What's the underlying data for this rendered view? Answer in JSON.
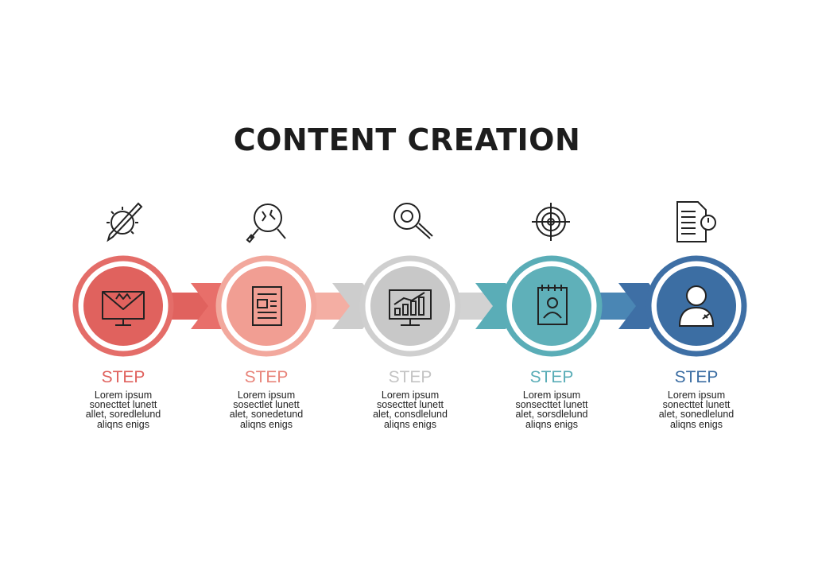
{
  "title": "CONTENT CREATION",
  "steps": [
    {
      "label": "STEP",
      "description": "Lorem ipsum\nsonecttet lunett\nallet, soredlelund\naliqns enigs",
      "color": "#e0625e",
      "ring": "#e46d69",
      "top_icon": "compass-pen-icon",
      "center_icon": "envelope-icon"
    },
    {
      "label": "STEP",
      "description": "Lorem ipsum\nsosectlet lunett\nalet, sonedetund\naliqns enigs",
      "color": "#f19e93",
      "ring": "#f2a89d",
      "top_icon": "cracked-magnifier-icon",
      "center_icon": "document-icon"
    },
    {
      "label": "STEP",
      "description": "Lorem ipsum\nsosecttet lunett\nalet, consdlelund\naliqns enigs",
      "color": "#c8c8c8",
      "ring": "#cfcfcf",
      "top_icon": "magnifier-icon",
      "center_icon": "monitor-chart-icon"
    },
    {
      "label": "STEP",
      "description": "Lorem ipsum\nsonsecttet lunett\nalet, sorsdlelund\naliqns enigs",
      "color": "#5fb0b9",
      "ring": "#5aadb7",
      "top_icon": "target-icon",
      "center_icon": "profile-card-icon"
    },
    {
      "label": "STEP",
      "description": "Lorem ipsum\nsonecttet lunett\nalet, sonedlelund\naliqns enigs",
      "color": "#3c6ea3",
      "ring": "#3e6fa5",
      "top_icon": "report-icon",
      "center_icon": "user-icon"
    }
  ]
}
